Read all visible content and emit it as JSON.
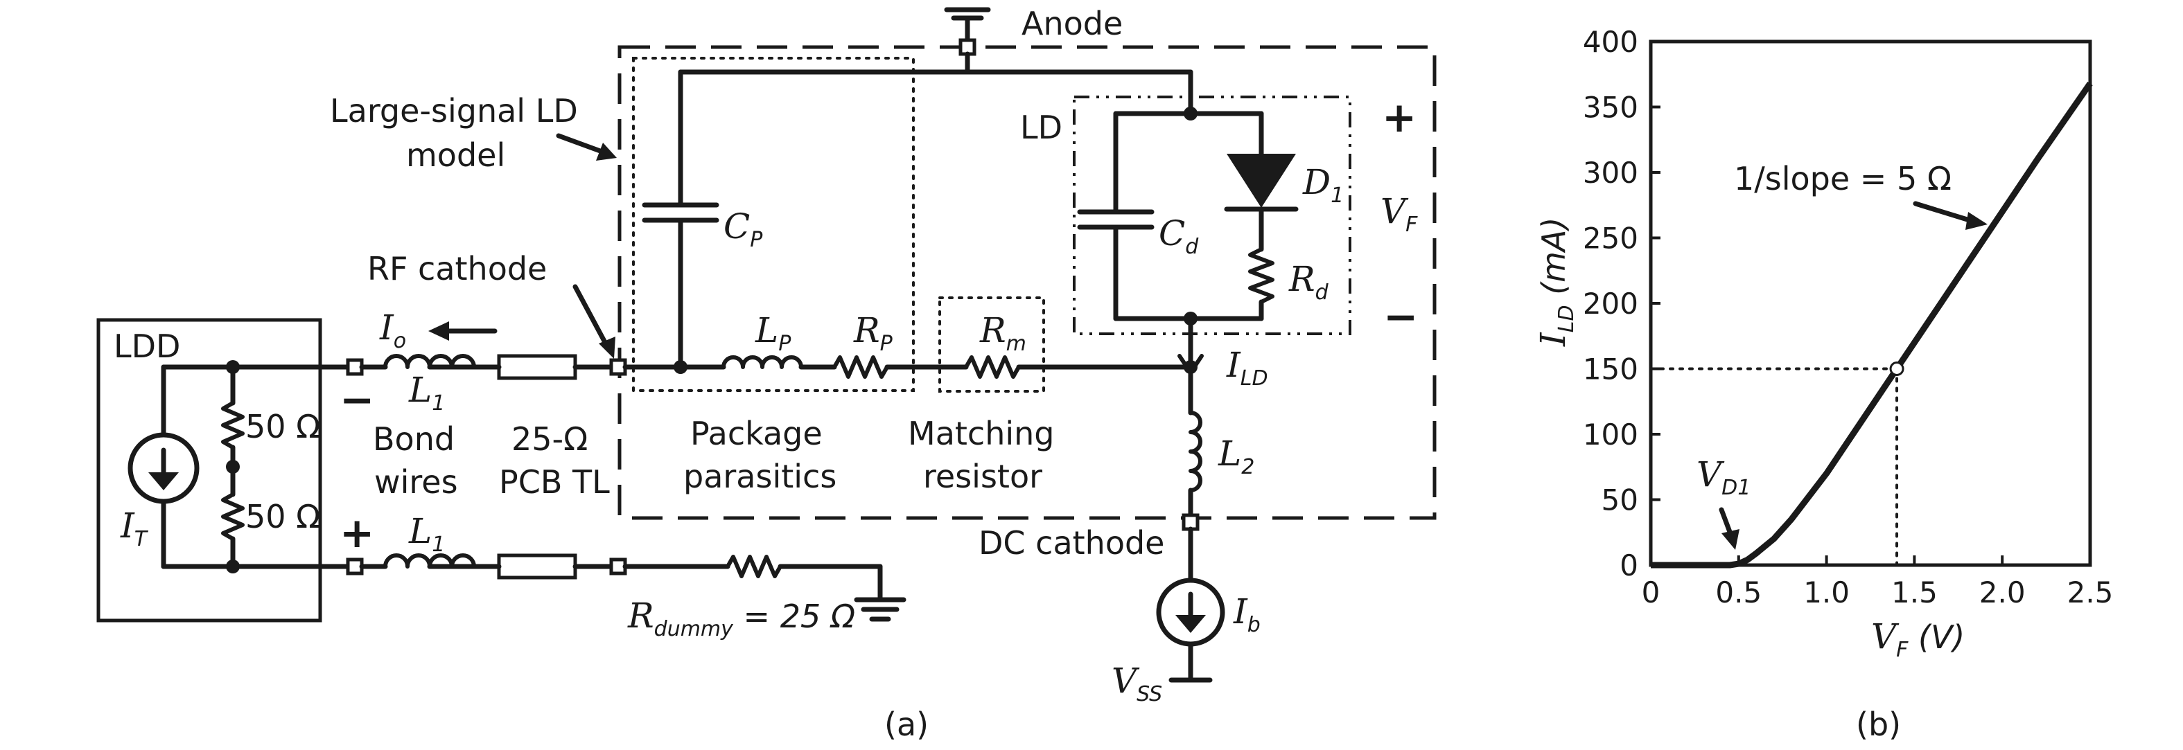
{
  "diagram": {
    "labels": {
      "anode": "Anode",
      "large_signal_line1": "Large-signal LD",
      "large_signal_line2": "model",
      "ld": "LD",
      "rf_cathode": "RF cathode",
      "ldd": "LDD",
      "r50_top": "50 Ω",
      "r50_bottom": "50 Ω",
      "bond_line1": "Bond",
      "bond_line2": "wires",
      "pcb_line1": "25-Ω",
      "pcb_line2": "PCB TL",
      "package_line1": "Package",
      "package_line2": "parasitics",
      "matching_line1": "Matching",
      "matching_line2": "resistor",
      "dc_cathode": "DC cathode",
      "rdummy_value": " = 25 Ω",
      "plus": "+",
      "minus": "−",
      "caption": "(a)"
    },
    "symbols": {
      "cp": {
        "main": "C",
        "sub": "P"
      },
      "cd": {
        "main": "C",
        "sub": "d"
      },
      "d1": {
        "main": "D",
        "sub": "1"
      },
      "rd": {
        "main": "R",
        "sub": "d"
      },
      "vf": {
        "main": "V",
        "sub": "F"
      },
      "io": {
        "main": "I",
        "sub": "o"
      },
      "l1_top": {
        "main": "L",
        "sub": "1"
      },
      "l1_bottom": {
        "main": "L",
        "sub": "1"
      },
      "lp": {
        "main": "L",
        "sub": "P"
      },
      "rp": {
        "main": "R",
        "sub": "P"
      },
      "rm": {
        "main": "R",
        "sub": "m"
      },
      "ild": {
        "main": "I",
        "sub": "LD"
      },
      "l2": {
        "main": "L",
        "sub": "2"
      },
      "it": {
        "main": "I",
        "sub": "T"
      },
      "ib": {
        "main": "I",
        "sub": "b"
      },
      "vss": {
        "main": "V",
        "sub": "SS"
      },
      "rdummy": {
        "main": "R",
        "sub": "dummy"
      }
    }
  },
  "chart_data": {
    "type": "line",
    "caption": "(b)",
    "xlabel": {
      "main": "V",
      "sub": "F",
      "unit": " (V)"
    },
    "ylabel": {
      "main": "I",
      "sub": "LD",
      "unit": " (mA)"
    },
    "xlim": [
      0,
      2.5
    ],
    "ylim": [
      0,
      400
    ],
    "x_ticks": [
      "0",
      "0.5",
      "1.0",
      "1.5",
      "2.0",
      "2.5"
    ],
    "y_ticks": [
      "0",
      "50",
      "100",
      "150",
      "200",
      "250",
      "300",
      "350",
      "400"
    ],
    "series": [
      {
        "x": [
          0,
          0.45,
          0.5,
          0.55,
          0.6,
          0.7,
          0.8,
          1.0,
          1.2,
          1.4,
          1.6,
          1.8,
          2.0,
          2.2,
          2.5
        ],
        "y": [
          0,
          0,
          1,
          4,
          9,
          20,
          35,
          70,
          110,
          150,
          190,
          230,
          270,
          310,
          368
        ]
      }
    ],
    "annotations": {
      "slope": "1/slope = 5 Ω",
      "vd1": {
        "main": "V",
        "sub": "D1"
      }
    },
    "marker": {
      "x": 1.4,
      "y": 150
    },
    "grid": false
  }
}
